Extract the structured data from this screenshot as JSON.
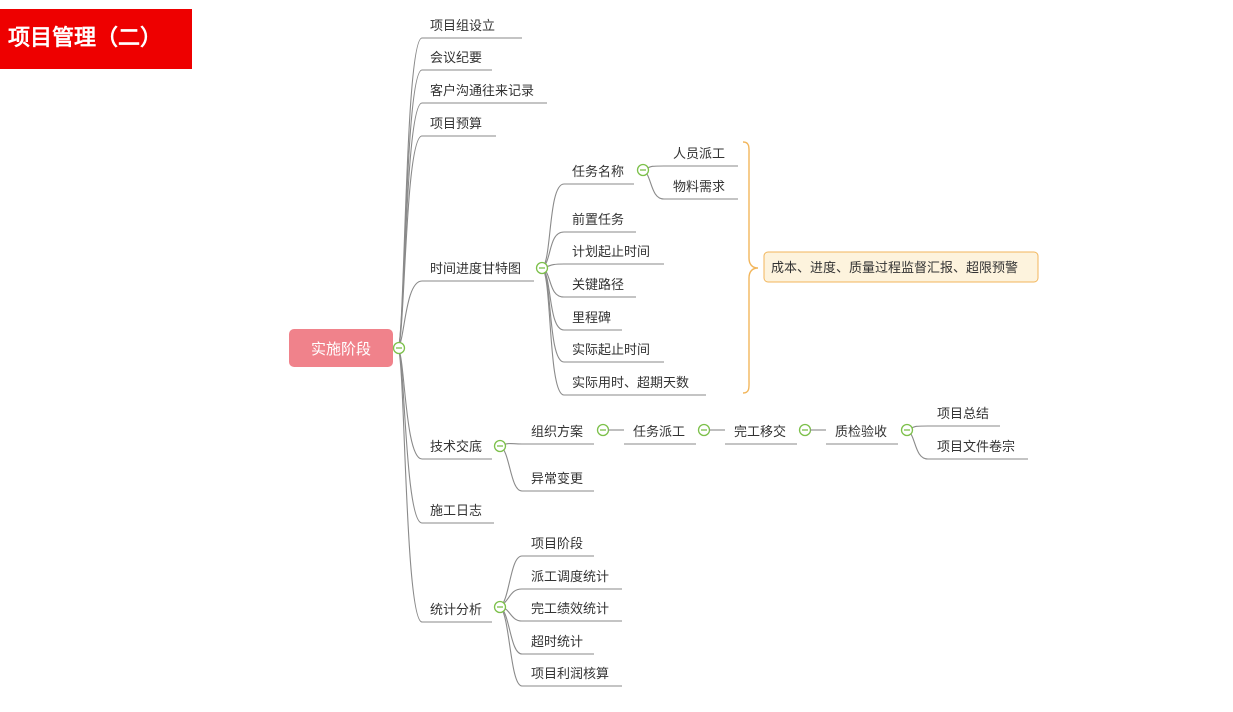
{
  "header": {
    "title": "项目管理（二）"
  },
  "root": {
    "label": "实施阶段"
  },
  "branches": {
    "team_setup": "项目组设立",
    "meeting_minutes": "会议纪要",
    "customer_comm": "客户沟通往来记录",
    "budget": "项目预算",
    "gantt": {
      "label": "时间进度甘特图",
      "task_name": {
        "label": "任务名称",
        "children": [
          "人员派工",
          "物料需求"
        ]
      },
      "items": [
        "前置任务",
        "计划起止时间",
        "关键路径",
        "里程碑",
        "实际起止时间",
        "实际用时、超期天数"
      ],
      "summary": "成本、进度、质量过程监督汇报、超限预警"
    },
    "tech": {
      "label": "技术交底",
      "chain": [
        "组织方案",
        "任务派工",
        "完工移交",
        "质检验收"
      ],
      "final": [
        "项目总结",
        "项目文件卷宗"
      ],
      "exception": "异常变更"
    },
    "log": "施工日志",
    "stats": {
      "label": "统计分析",
      "items": [
        "项目阶段",
        "派工调度统计",
        "完工绩效统计",
        "超时统计",
        "项目利润核算"
      ]
    }
  },
  "colors": {
    "banner": "#ee0000",
    "root_fill": "#f0828b",
    "summary_fill": "#fdf3dd",
    "summary_border": "#f2b65c",
    "collapse": "#7cc04a",
    "line": "#8a8a8a"
  }
}
